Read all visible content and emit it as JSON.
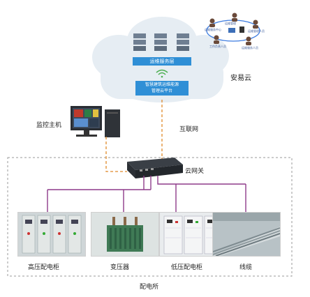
{
  "cloud": {
    "name": "安易云",
    "service_layer": "运维服务层",
    "platform_line1": "智慧建筑运维能源",
    "platform_line2": "管理云平台"
  },
  "users": {
    "u1": "运维服务中心",
    "u2": "运维管理",
    "u3": "运维管理人员",
    "u4": "工作负责人员",
    "u5": "运维服务人员"
  },
  "network": {
    "internet": "互联网"
  },
  "devices": {
    "monitor_host": "监控主机",
    "gateway": "云网关"
  },
  "substation": {
    "name": "配电所",
    "equipment": [
      "高压配电柜",
      "变压器",
      "低压配电柜",
      "线缆"
    ]
  }
}
